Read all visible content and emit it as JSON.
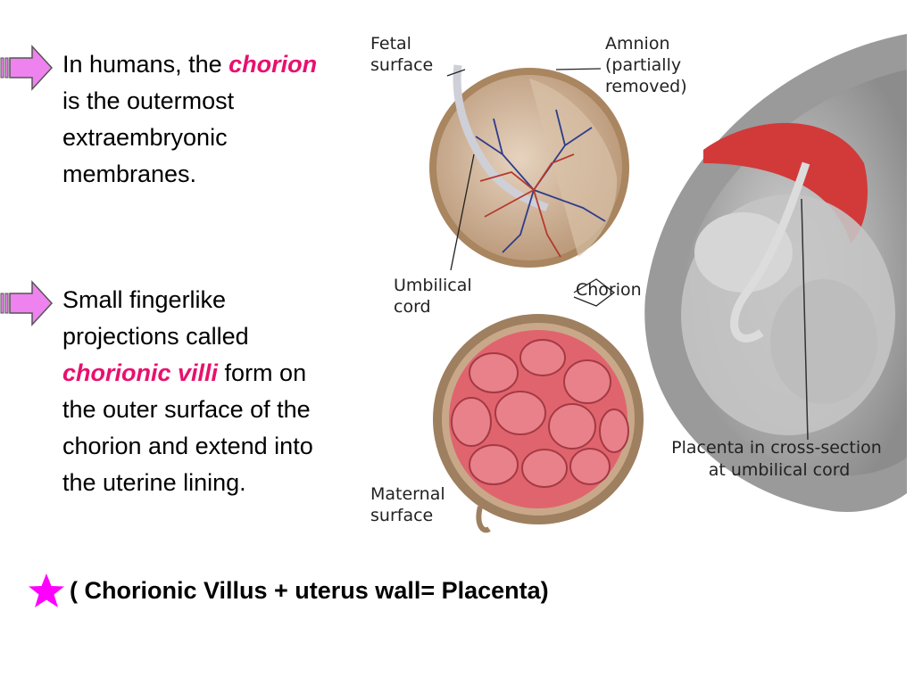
{
  "bullets": [
    {
      "pre": "In humans, the ",
      "term": "chorion",
      "post": " is the outermost extraembryonic membranes."
    },
    {
      "pre": "Small fingerlike projections called ",
      "term": "chorionic villi",
      "post": " form on the outer surface of the chorion and extend into the uterine lining."
    }
  ],
  "figure": {
    "fetal_surface": [
      "Fetal",
      "surface"
    ],
    "amnion": [
      "Amnion",
      "(partially",
      "removed)"
    ],
    "umbilical_cord": [
      "Umbilical",
      "cord"
    ],
    "chorion": "Chorion",
    "maternal_surface": [
      "Maternal",
      "surface"
    ],
    "placenta_cross_section": [
      "Placenta in cross-section",
      "at umbilical cord"
    ]
  },
  "footer": {
    "text": "( Chorionic Villus + uterus wall= Placenta)"
  },
  "colors": {
    "emphasis": "#e8106e",
    "arrow_fill": "#ee82ee",
    "star": "#ff00ff",
    "villi": "#e0646e"
  },
  "icons": {
    "bullet": "arrow-right-icon",
    "footer": "star-icon"
  }
}
